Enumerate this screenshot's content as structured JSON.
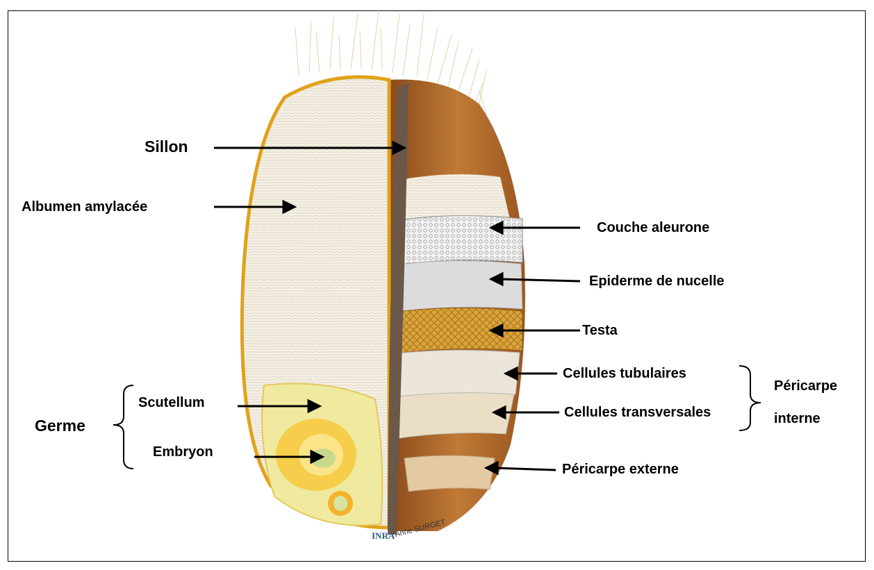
{
  "labels": {
    "sillon": "Sillon",
    "albumen": "Albumen amylacée",
    "germe": "Germe",
    "scutellum": "Scutellum",
    "embryon": "Embryon",
    "couche_aleurone": "Couche aleurone",
    "epiderme_nucelle": "Epiderme de nucelle",
    "testa": "Testa",
    "cellules_tubulaires": "Cellules tubulaires",
    "cellules_transversales": "Cellules transversales",
    "pericarpe_interne_1": "Péricarpe",
    "pericarpe_interne_2": "interne",
    "pericarpe_externe": "Péricarpe externe"
  },
  "credit": {
    "logo": "INRA",
    "author": "Anne SURGET"
  },
  "colors": {
    "albumen": "#f4efe2",
    "bran": "#b5692a",
    "sillon": "#6b5848",
    "germ": "#f0eaa0",
    "testa": "#d9a43a",
    "aleurone": "#e9e9e9"
  }
}
